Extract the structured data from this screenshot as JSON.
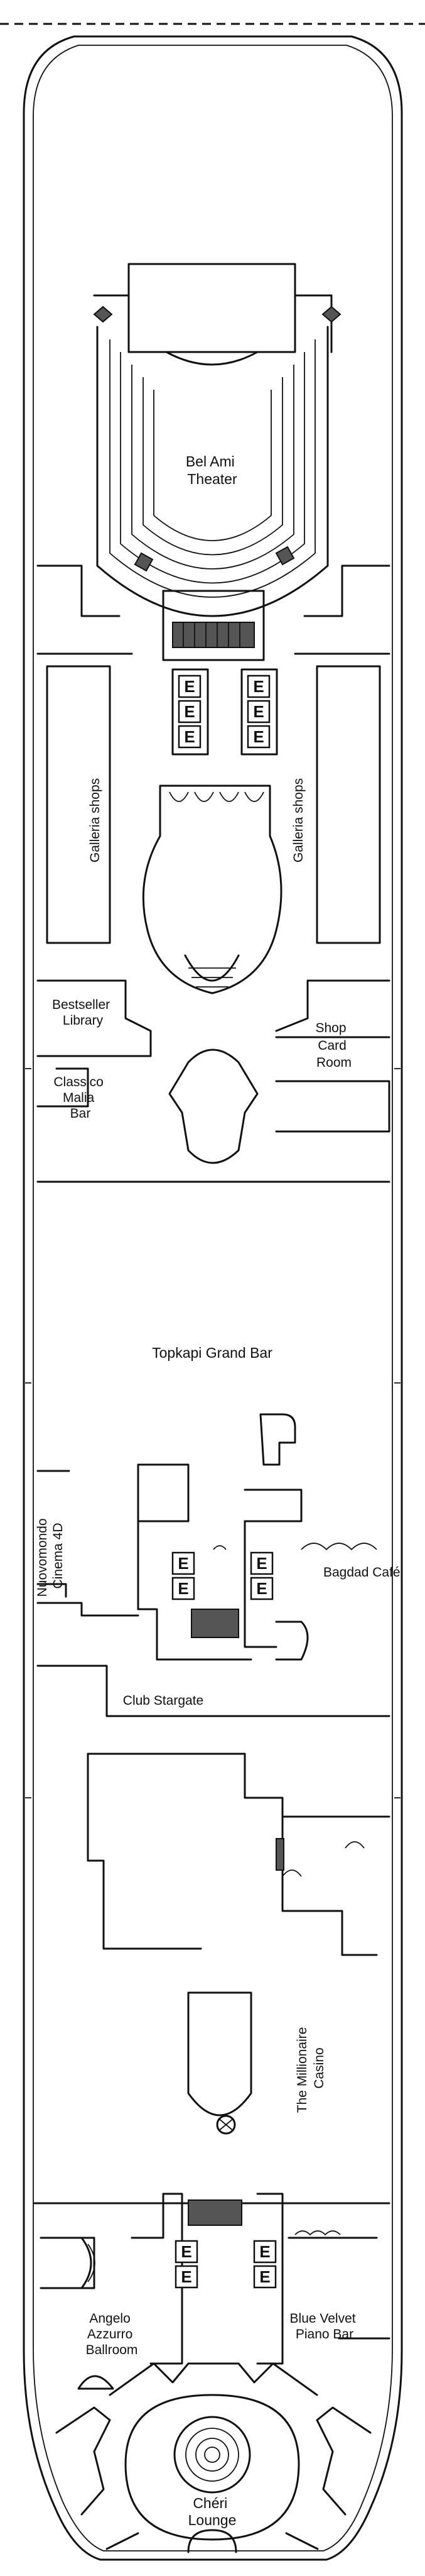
{
  "rooms": {
    "theater": [
      "Bel Ami",
      "Theater"
    ],
    "galleria_left": "Galleria shops",
    "galleria_right": "Galleria shops",
    "library": [
      "Bestseller",
      "Library"
    ],
    "shop": "Shop",
    "card_room": [
      "Card",
      "Room"
    ],
    "classico": [
      "Classico",
      "Malia",
      "Bar"
    ],
    "grand_bar": "Topkapi Grand Bar",
    "cinema": [
      "Nuovomondo",
      "Cinema 4D"
    ],
    "bagdad": "Bagdad Café",
    "stargate": "Club Stargate",
    "casino": [
      "The Millionaire",
      "Casino"
    ],
    "ballroom": [
      "Angelo",
      "Azzurro",
      "Ballroom"
    ],
    "piano_bar": [
      "Blue Velvet",
      "Piano Bar"
    ],
    "cheri": [
      "Chéri",
      "Lounge"
    ]
  },
  "elevator_mark": "E"
}
